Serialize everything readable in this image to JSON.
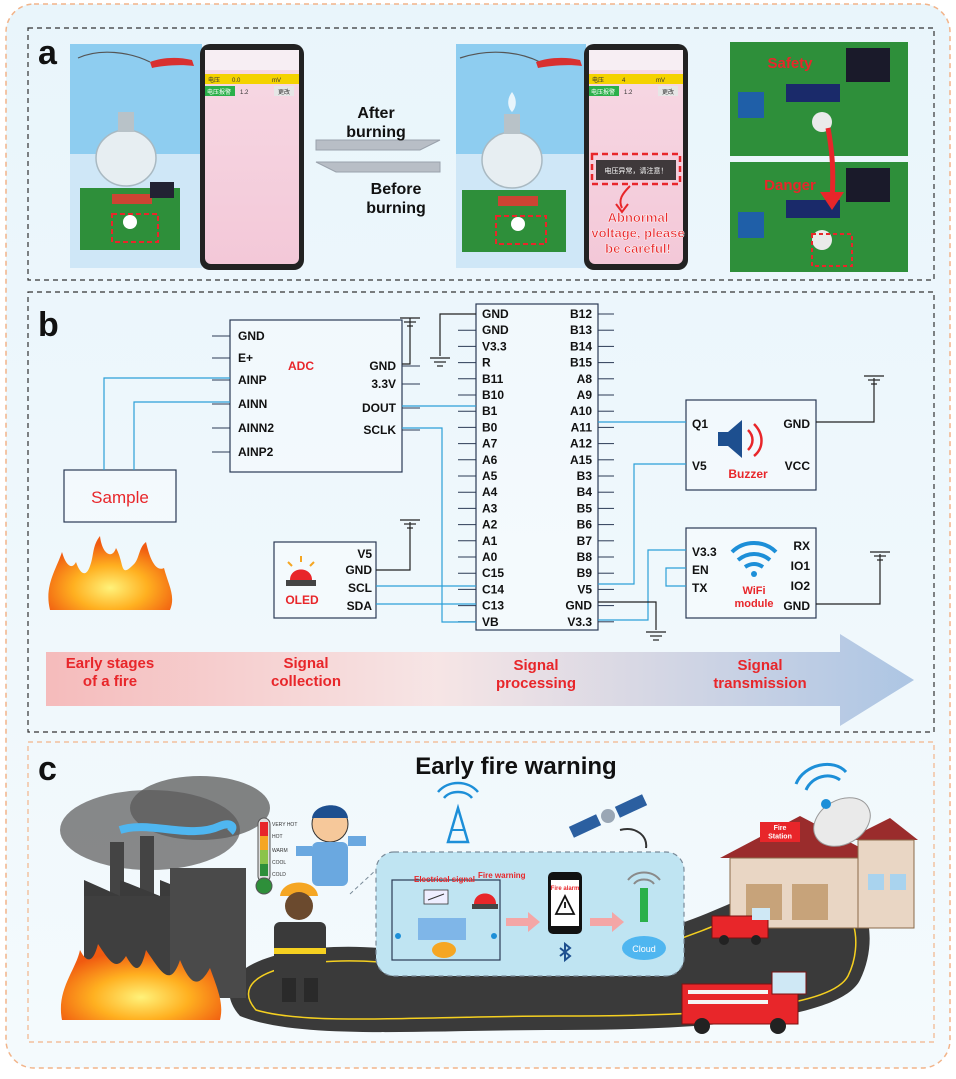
{
  "panel_a": {
    "label": "a",
    "after_burning": "After\nburning",
    "before_burning": "Before\nburning",
    "warning_text": "Abnormal\nvoltage, please\nbe careful!",
    "phone_popup": "电压异常，请注意！",
    "phone_row1": [
      "电压",
      "0.0",
      "mV"
    ],
    "phone_row2": [
      "电压报警",
      "1.2",
      "更改"
    ],
    "phone_row1b": [
      "电压",
      "4",
      "mV"
    ],
    "safety": "Safety",
    "danger": "Danger"
  },
  "panel_b": {
    "label": "b",
    "adc": {
      "title": "ADC",
      "left_pins": [
        "GND",
        "E+",
        "AINP",
        "AINN",
        "AINN2",
        "AINP2"
      ],
      "right_pins": [
        "GND",
        "3.3V",
        "DOUT",
        "SCLK"
      ]
    },
    "mcu": {
      "left_pins": [
        "GND",
        "GND",
        "V3.3",
        "R",
        "B11",
        "B10",
        "B1",
        "B0",
        "A7",
        "A6",
        "A5",
        "A4",
        "A3",
        "A2",
        "A1",
        "A0",
        "C15",
        "C14",
        "C13",
        "VB"
      ],
      "right_pins": [
        "B12",
        "B13",
        "B14",
        "B15",
        "A8",
        "A9",
        "A10",
        "A11",
        "A12",
        "A15",
        "B3",
        "B4",
        "B5",
        "B6",
        "B7",
        "B8",
        "B9",
        "V5",
        "GND",
        "V3.3"
      ]
    },
    "buzzer": {
      "title": "Buzzer",
      "left_pins": [
        "Q1",
        "V5"
      ],
      "right_pins": [
        "GND",
        "VCC"
      ]
    },
    "wifi": {
      "title": "WiFi\nmodule",
      "left_pins": [
        "V3.3",
        "EN",
        "TX"
      ],
      "right_pins": [
        "RX",
        "IO1",
        "IO2",
        "GND"
      ]
    },
    "oled": {
      "title": "OLED",
      "pins": [
        "V5",
        "GND",
        "SCL",
        "SDA"
      ]
    },
    "sample": "Sample",
    "stages": [
      "Early stages\nof a fire",
      "Signal\ncollection",
      "Signal\nprocessing",
      "Signal\ntransmission"
    ]
  },
  "panel_c": {
    "label": "c",
    "title": "Early  fire  warning",
    "electrical_signal": "Electrical signal",
    "fire_warning": "Fire warning",
    "fire_alarm": "Fire alarm",
    "cloud": "Cloud",
    "station": "Fire\nStation",
    "thermo": [
      "VERY HOT",
      "HOT",
      "WARM",
      "COOL",
      "COLD"
    ]
  },
  "colors": {
    "accent_red": "#e8262a",
    "wire_blue": "#2ca0d8",
    "frame_orange": "#f2b48a",
    "panel_bg": "#eef7fb"
  }
}
